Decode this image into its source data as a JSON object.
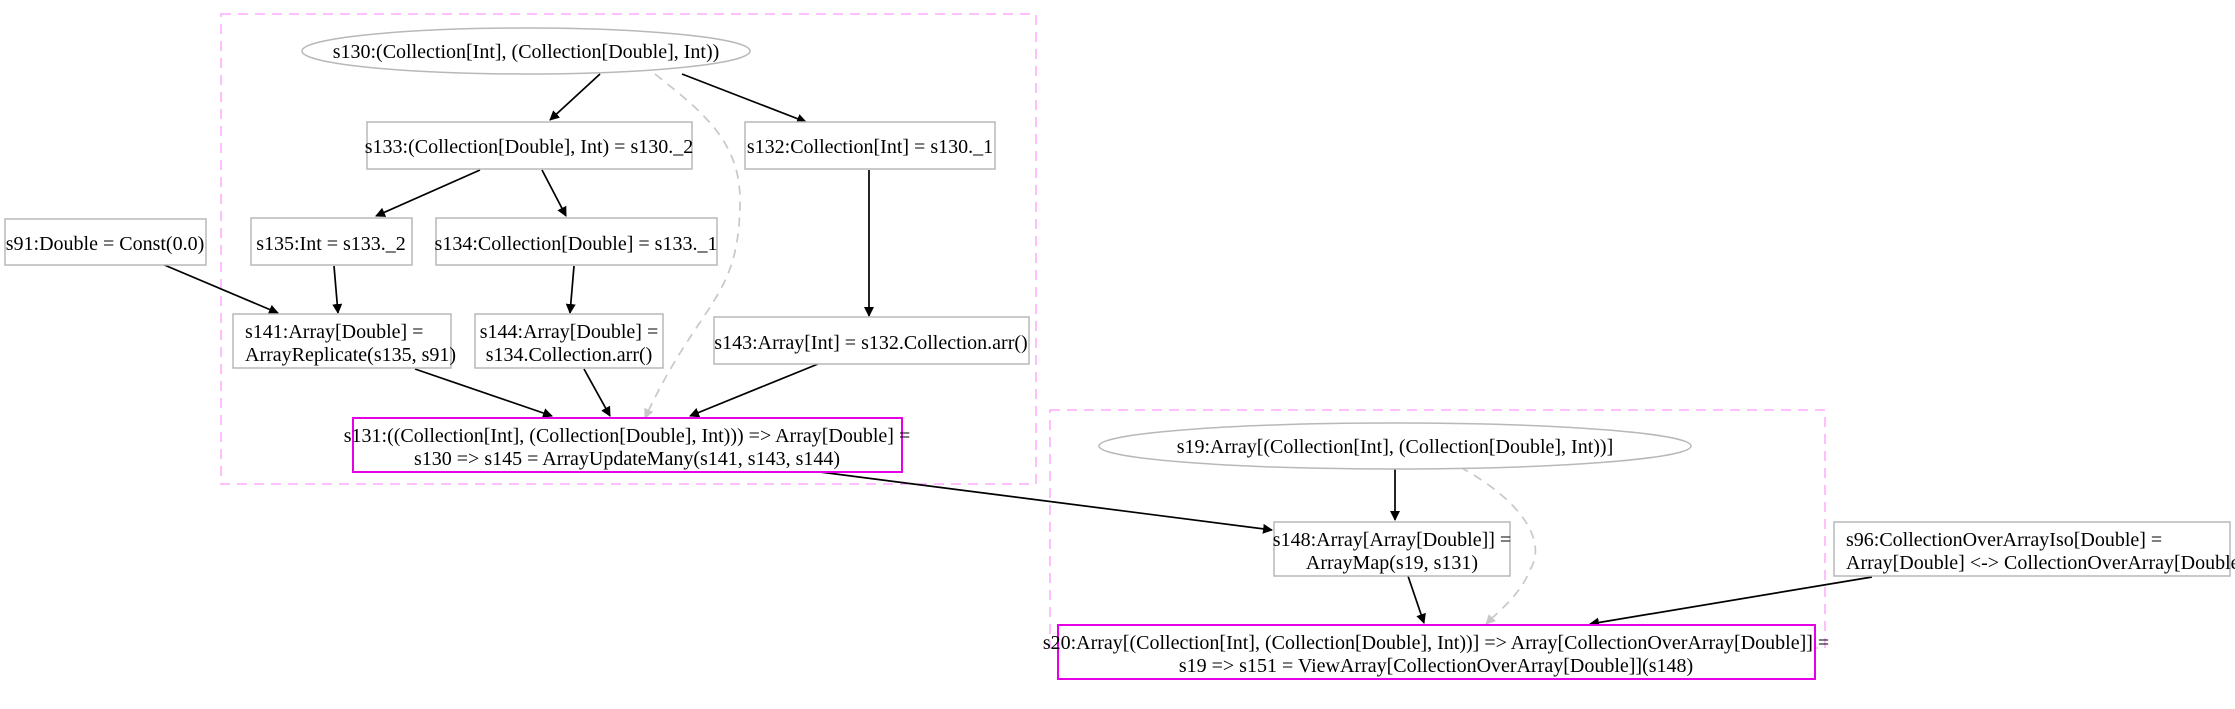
{
  "nodes": {
    "s130": {
      "lines": [
        "s130:(Collection[Int], (Collection[Double], Int))"
      ]
    },
    "s133": {
      "lines": [
        "s133:(Collection[Double], Int) = s130._2"
      ]
    },
    "s132": {
      "lines": [
        "s132:Collection[Int] = s130._1"
      ]
    },
    "s91": {
      "lines": [
        "s91:Double = Const(0.0)"
      ]
    },
    "s135": {
      "lines": [
        "s135:Int = s133._2"
      ]
    },
    "s134": {
      "lines": [
        "s134:Collection[Double] = s133._1"
      ]
    },
    "s141": {
      "lines": [
        "s141:Array[Double] =",
        "ArrayReplicate(s135, s91)"
      ]
    },
    "s144": {
      "lines": [
        "s144:Array[Double] =",
        "s134.Collection.arr()"
      ]
    },
    "s143": {
      "lines": [
        "s143:Array[Int] = s132.Collection.arr()"
      ]
    },
    "s131": {
      "lines": [
        "s131:((Collection[Int], (Collection[Double], Int))) => Array[Double] =",
        "s130 => s145 = ArrayUpdateMany(s141, s143, s144)"
      ]
    },
    "s19": {
      "lines": [
        "s19:Array[(Collection[Int], (Collection[Double], Int))]"
      ]
    },
    "s148": {
      "lines": [
        "s148:Array[Array[Double]] =",
        "ArrayMap(s19, s131)"
      ]
    },
    "s96": {
      "lines": [
        "s96:CollectionOverArrayIso[Double] =",
        "Array[Double] <-> CollectionOverArray[Double]"
      ]
    },
    "s20": {
      "lines": [
        "s20:Array[(Collection[Int], (Collection[Double], Int))] => Array[CollectionOverArray[Double]] =",
        "s19 => s151 = ViewArray[CollectionOverArray[Double]](s148)"
      ]
    }
  }
}
